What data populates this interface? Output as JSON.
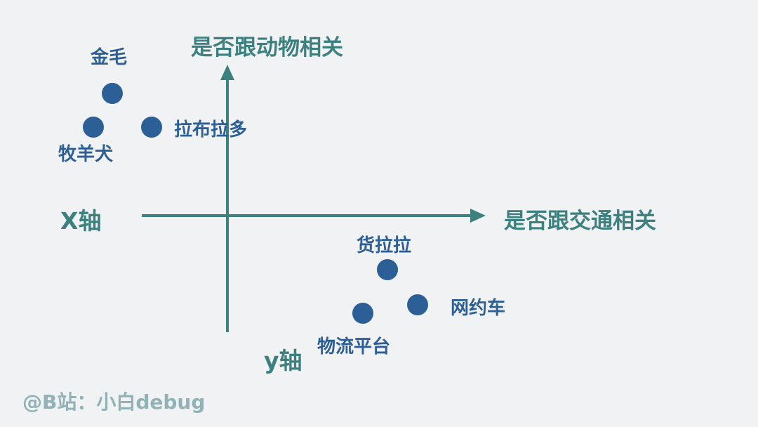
{
  "axes": {
    "vertical_title": "是否跟动物相关",
    "horizontal_title": "是否跟交通相关",
    "x_axis_name": "X轴",
    "y_axis_name": "y轴"
  },
  "points": [
    {
      "id": "golden-retriever",
      "label": "金毛"
    },
    {
      "id": "labrador",
      "label": "拉布拉多"
    },
    {
      "id": "shepherd-dog",
      "label": "牧羊犬"
    },
    {
      "id": "huolala",
      "label": "货拉拉"
    },
    {
      "id": "ride-hailing",
      "label": "网约车"
    },
    {
      "id": "logistics-platform",
      "label": "物流平台"
    }
  ],
  "watermark": "@B站：小白debug",
  "colors": {
    "axis": "#3d8080",
    "point": "#2d5f97",
    "watermark": "#91b2b7",
    "background": "#f1f2f4"
  }
}
